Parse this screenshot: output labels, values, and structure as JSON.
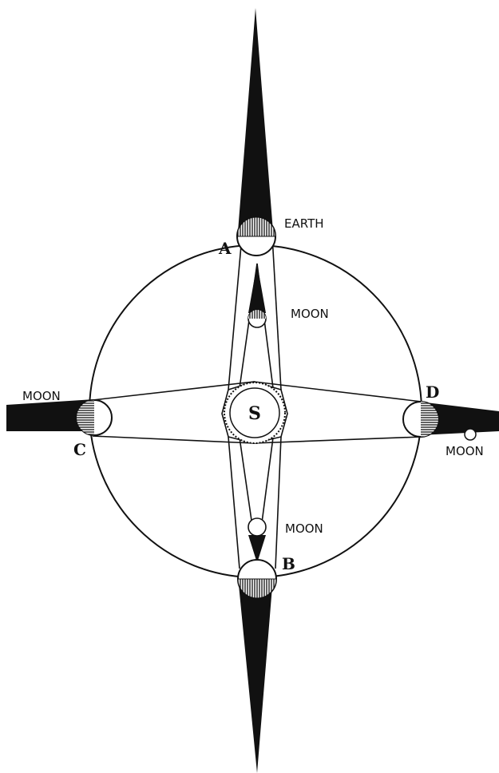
{
  "labels": {
    "earth": "EARTH",
    "moon_top": "MOON",
    "moon_left": "MOON",
    "moon_right": "MOON",
    "moon_bottom": "MOON",
    "point_a": "A",
    "point_b": "B",
    "point_c": "C",
    "point_d": "D",
    "sun": "S"
  },
  "colors": {
    "ink": "#111111",
    "paper": "#ffffff"
  }
}
